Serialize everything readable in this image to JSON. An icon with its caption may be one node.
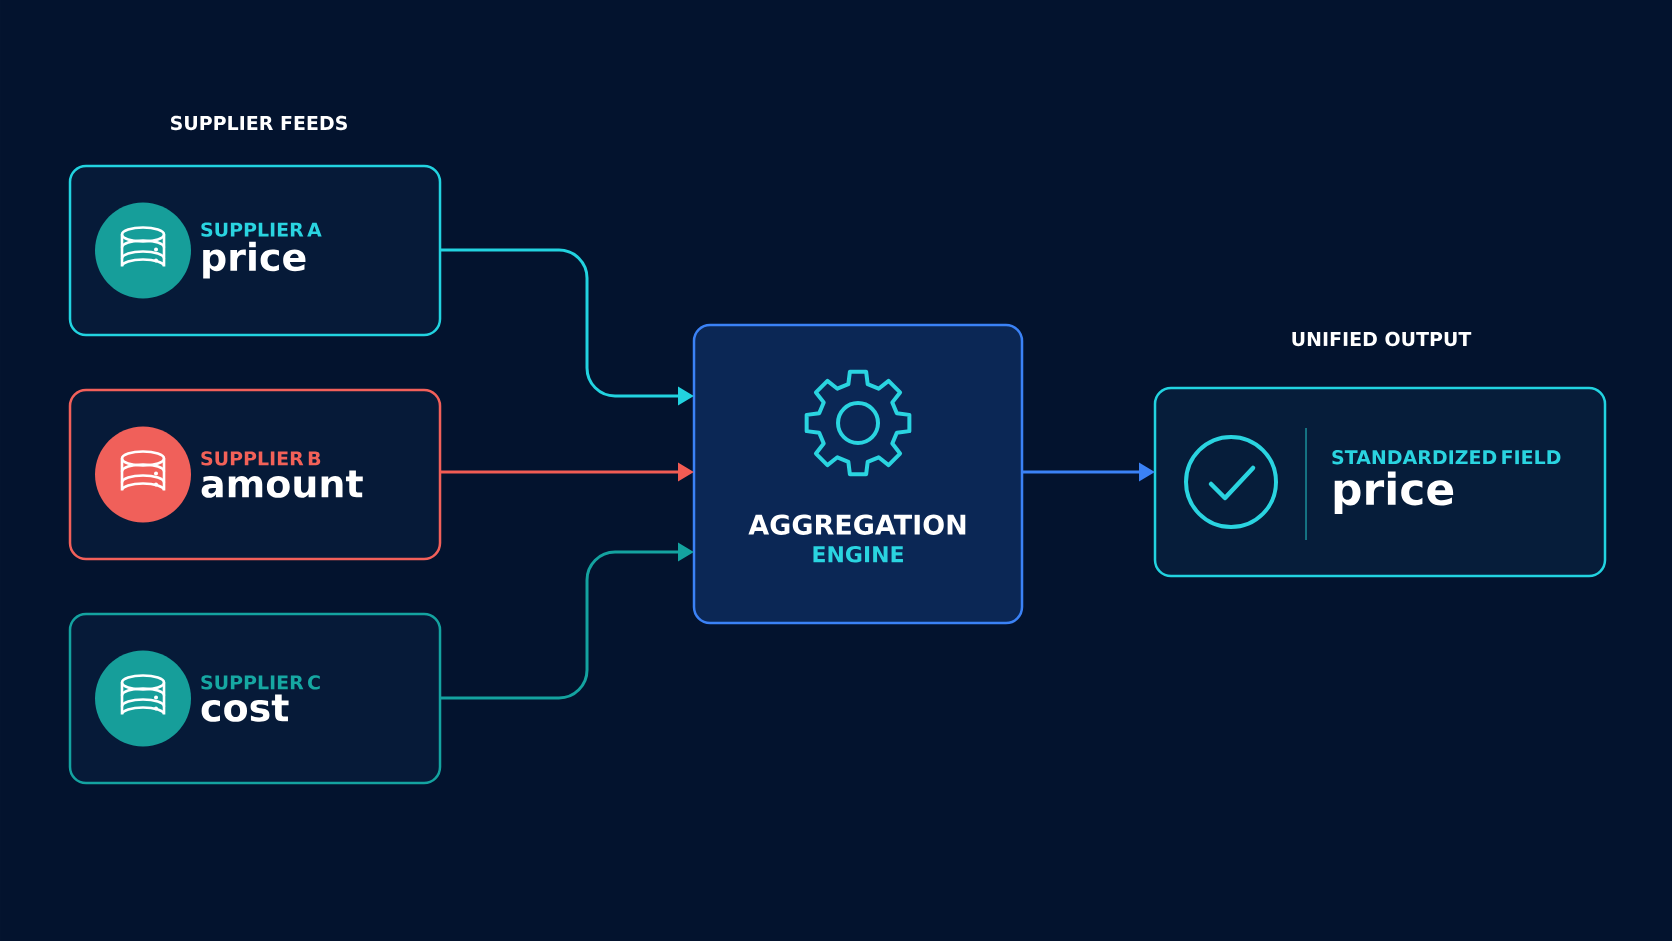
{
  "diagram": {
    "nodes": [
      {
        "text": [
          "SUPPLIER A",
          "price"
        ]
      },
      {
        "text": [
          "SUPPLIER B",
          "amount"
        ]
      },
      {
        "text": [
          "SUPPLIER C",
          "cost"
        ]
      },
      {
        "text": [
          "AGGREGATION",
          "ENGINE"
        ]
      },
      {
        "text": [
          "STANDARDIZED FIELD",
          "price"
        ]
      }
    ],
    "edges": [
      {
        "from": 0,
        "to": 3,
        "arrow": "to",
        "color": "#22d3e0"
      },
      {
        "from": 1,
        "to": 3,
        "arrow": "to",
        "color": "#f25c54"
      },
      {
        "from": 2,
        "to": 3,
        "arrow": "to",
        "color": "#14a3a0"
      },
      {
        "from": 3,
        "to": 4,
        "arrow": "to",
        "color": "#3b82f6"
      }
    ],
    "labels": [
      "SUPPLIER FEEDS",
      "UNIFIED OUTPUT"
    ]
  }
}
